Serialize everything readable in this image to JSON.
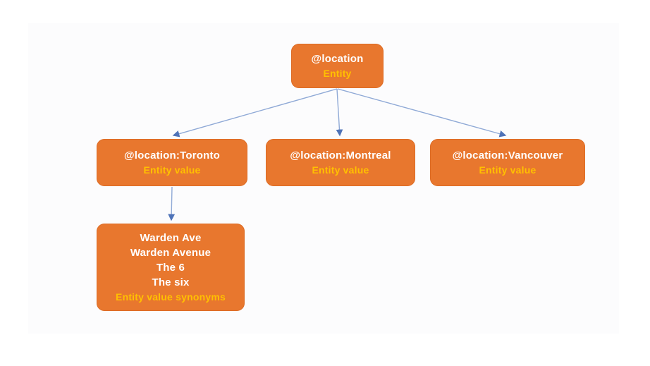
{
  "diagram": {
    "type": "tree",
    "colors": {
      "node_fill": "#E8772E",
      "node_text": "#FFFFFF",
      "node_subtext": "#FFC000",
      "connector_line": "#8FA9D6",
      "connector_arrowhead": "#4F73B8",
      "background": "#FFFFFF"
    },
    "nodes": [
      {
        "id": "entity",
        "lines": [
          "@location"
        ],
        "role_label": "Entity"
      },
      {
        "id": "toronto",
        "lines": [
          "@location:Toronto"
        ],
        "role_label": "Entity value"
      },
      {
        "id": "montreal",
        "lines": [
          "@location:Montreal"
        ],
        "role_label": "Entity value"
      },
      {
        "id": "vancouver",
        "lines": [
          "@location:Vancouver"
        ],
        "role_label": "Entity value"
      },
      {
        "id": "synonyms",
        "lines": [
          "Warden Ave",
          "Warden Avenue",
          "The 6",
          "The six"
        ],
        "role_label": "Entity value synonyms"
      }
    ],
    "edges": [
      {
        "from": "entity",
        "to": "toronto"
      },
      {
        "from": "entity",
        "to": "montreal"
      },
      {
        "from": "entity",
        "to": "vancouver"
      },
      {
        "from": "toronto",
        "to": "synonyms"
      }
    ]
  }
}
